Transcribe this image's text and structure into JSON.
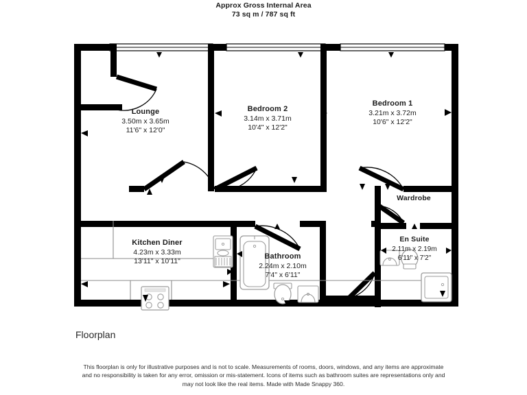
{
  "header": {
    "line1": "Approx Gross Internal Area",
    "line2": "73 sq m / 787 sq ft"
  },
  "caption": "Floorplan",
  "disclaimer": {
    "line1": "This floorplan is only for illustrative purposes and is not to scale. Measurements of rooms, doors, windows, and any items are approximate",
    "line2": "and no responsibility is taken for any error, omission or mis-statement. Icons of items such as bathroom suites are representations only and",
    "line3": "may not look like the real items. Made with Made Snappy 360."
  },
  "colors": {
    "wall": "#000000",
    "fixture_stroke": "#9a9a9a",
    "counter_stroke": "#8c8c8c",
    "text": "#1a1a1a",
    "background": "#ffffff"
  },
  "rooms": [
    {
      "id": "lounge",
      "name": "Lounge",
      "metric": "3.50m x 3.65m",
      "imperial": "11'6\" x 12'0\""
    },
    {
      "id": "bedroom-2",
      "name": "Bedroom 2",
      "metric": "3.14m x 3.71m",
      "imperial": "10'4\" x 12'2\""
    },
    {
      "id": "bedroom-1",
      "name": "Bedroom 1",
      "metric": "3.21m x 3.72m",
      "imperial": "10'6\" x 12'2\""
    },
    {
      "id": "kitchen-diner",
      "name": "Kitchen Diner",
      "metric": "4.23m x 3.33m",
      "imperial": "13'11\" x 10'11\""
    },
    {
      "id": "bathroom",
      "name": "Bathroom",
      "metric": "2.24m x 2.10m",
      "imperial": "7'4\" x 6'11\""
    },
    {
      "id": "wardrobe",
      "name": "Wardrobe",
      "metric": "",
      "imperial": ""
    },
    {
      "id": "en-suite",
      "name": "En Suite",
      "metric": "2.11m x 2.19m",
      "imperial": "6'11\" x 7'2\""
    }
  ],
  "fixtures": [
    {
      "id": "bath",
      "label": "bath",
      "room": "bathroom"
    },
    {
      "id": "wc-bathroom",
      "label": "toilet",
      "room": "bathroom"
    },
    {
      "id": "basin-bathroom",
      "label": "wash basin",
      "room": "bathroom"
    },
    {
      "id": "shower",
      "label": "shower tray",
      "room": "en-suite"
    },
    {
      "id": "wc-ensuite",
      "label": "toilet",
      "room": "en-suite"
    },
    {
      "id": "basin-ensuite",
      "label": "wash basin",
      "room": "en-suite"
    },
    {
      "id": "sink",
      "label": "kitchen sink",
      "room": "kitchen-diner"
    },
    {
      "id": "hob",
      "label": "hob",
      "room": "kitchen-diner"
    },
    {
      "id": "washer",
      "label": "appliance",
      "room": "kitchen-diner"
    }
  ],
  "openings": {
    "windows": 3,
    "doors": 7
  }
}
